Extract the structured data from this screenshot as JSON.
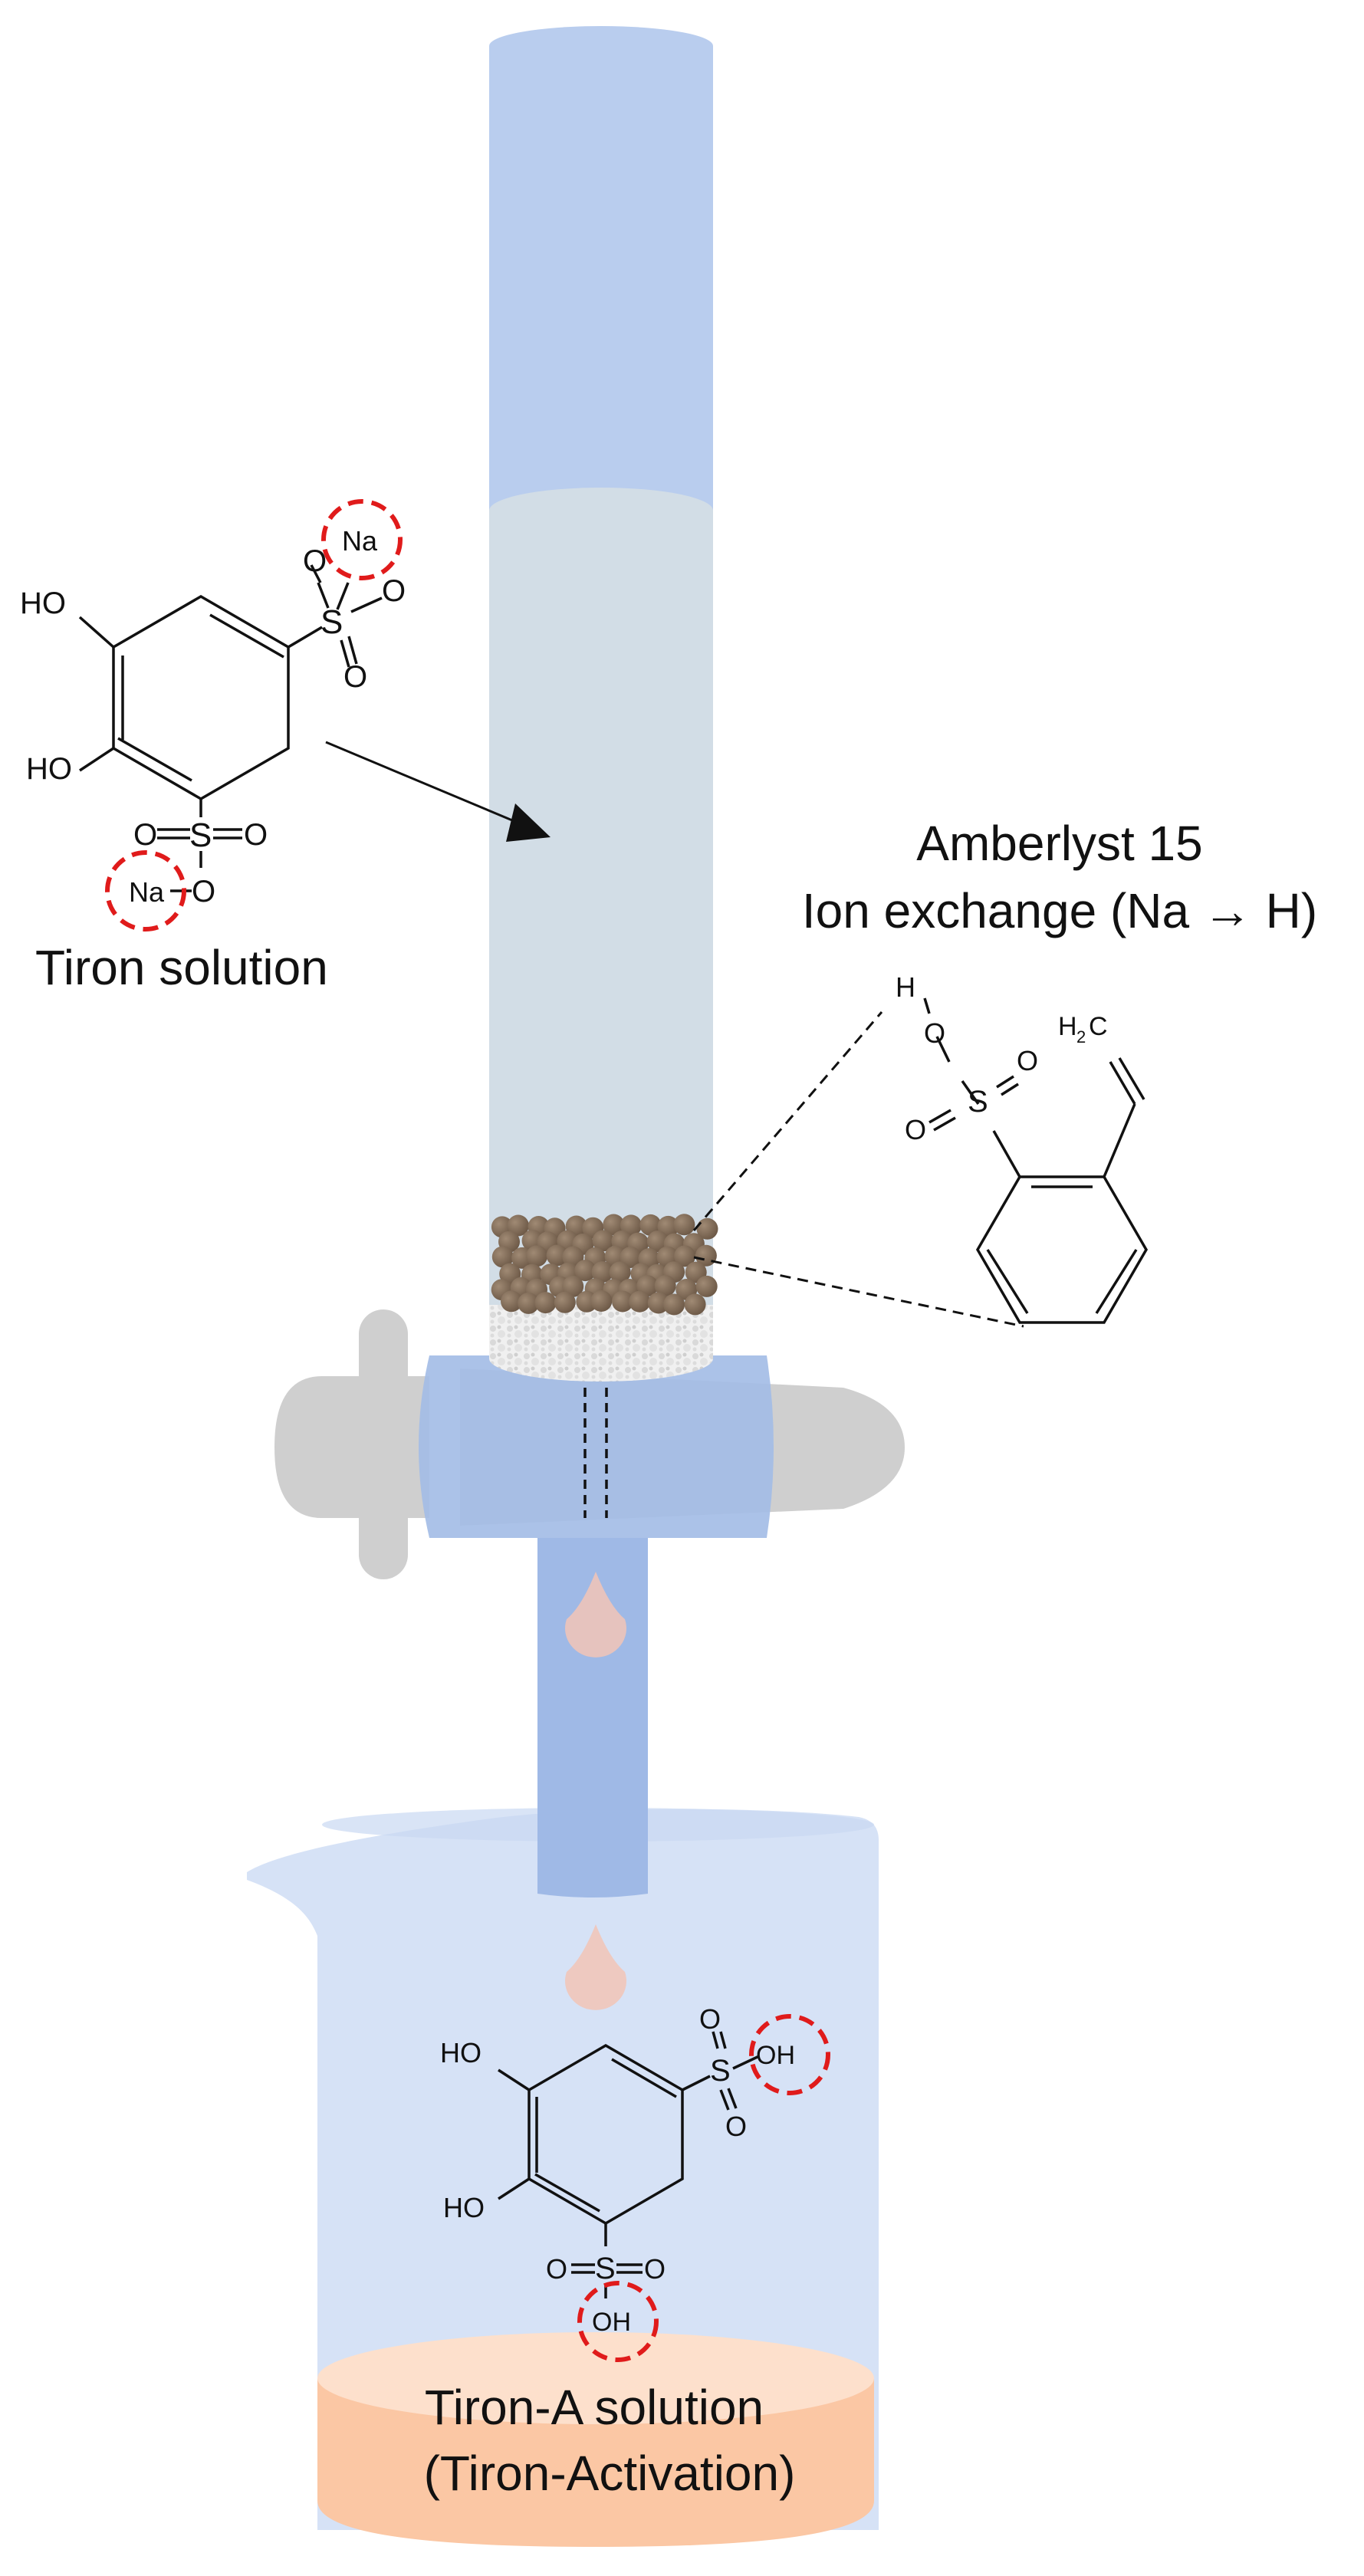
{
  "labels": {
    "tiron": "Tiron solution",
    "resin_title": "Amberlyst 15",
    "resin_subtitle": "Ion exchange (Na → H)",
    "product_line1": "Tiron-A solution",
    "product_line2": "(Tiron-Activation)"
  },
  "atoms": {
    "ho": "HO",
    "oh": "OH",
    "o": "O",
    "s": "S",
    "na": "Na",
    "h": "H",
    "h2c": "H",
    "sub2": "2",
    "c": "C"
  },
  "colors": {
    "column": "#b9cdee",
    "column_liquid": "#d2dde6",
    "beads": "#7b6652",
    "frit": "#e7e7e7",
    "stopcock": "#cfcfcf",
    "stopcock_sleeve": "#a4bde6",
    "drop": "#f2c4b6",
    "beaker": "#d6e2f6",
    "product_liquid": "#fbc7a4",
    "highlight": "#e01b1b"
  }
}
